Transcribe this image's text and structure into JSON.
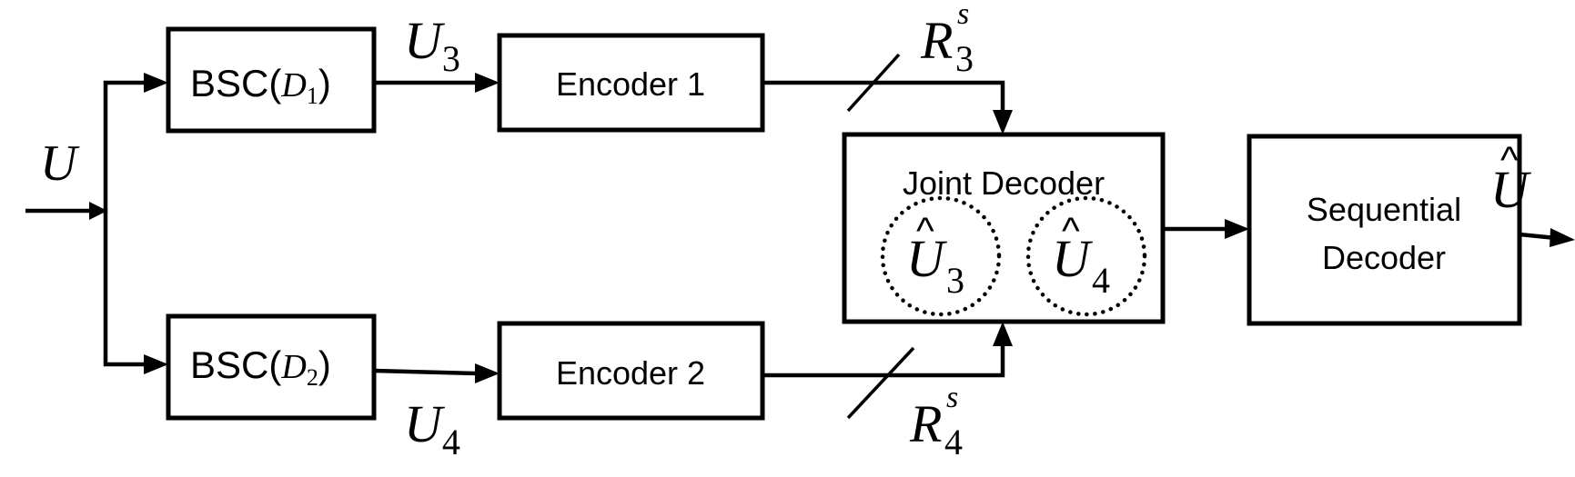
{
  "input_signal": {
    "label": "U"
  },
  "channels": [
    {
      "prefix": "BSC",
      "param": "D",
      "param_sub": "1",
      "out_var": "U",
      "out_sub": "3"
    },
    {
      "prefix": "BSC",
      "param": "D",
      "param_sub": "2",
      "out_var": "U",
      "out_sub": "4"
    }
  ],
  "encoders": [
    {
      "label": "Encoder 1",
      "rate_var": "R",
      "rate_sub": "3",
      "rate_sup": "s"
    },
    {
      "label": "Encoder 2",
      "rate_var": "R",
      "rate_sub": "4",
      "rate_sup": "s"
    }
  ],
  "joint_decoder": {
    "label": "Joint Decoder",
    "estimates": [
      {
        "var": "U",
        "hat": "^",
        "sub": "3"
      },
      {
        "var": "U",
        "hat": "^",
        "sub": "4"
      }
    ]
  },
  "sequential_decoder": {
    "line1": "Sequential",
    "line2": "Decoder",
    "output_var": "U",
    "output_hat": "^"
  }
}
